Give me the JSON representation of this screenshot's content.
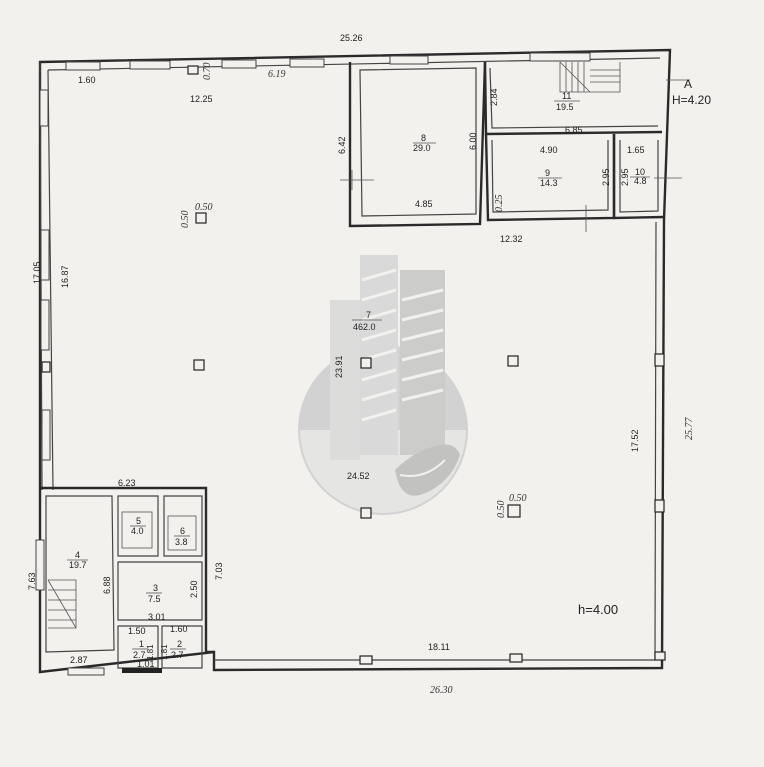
{
  "plan": {
    "header_mark": "A",
    "height_main": "H=4.20",
    "height_lower": "h=4.00",
    "outer_top": "25.26",
    "outer_bottom": "26.30",
    "outer_right": "25.77",
    "dimensions": {
      "d_1_60": "1.60",
      "d_0_70": "0.70",
      "d_6_19": "6.19",
      "d_12_25": "12.25",
      "d_6_42": "6.42",
      "d_6_00": "6.00",
      "d_4_85": "4.85",
      "d_2_84": "2.84",
      "d_6_85": "6.85",
      "d_4_90": "4.90",
      "d_1_65": "1.65",
      "d_2_95_a": "2.95",
      "d_2_95_b": "2.95",
      "d_0_25": "0.25",
      "d_12_32": "12.32",
      "d_0_50_a": "0.50",
      "d_0_50_b": "0.50",
      "d_0_50_c": "0.50",
      "d_0_50_d": "0.50",
      "d_17_05": "17.05",
      "d_16_87": "16.87",
      "d_23_91": "23.91",
      "d_17_52": "17.52",
      "d_24_52": "24.52",
      "d_6_23": "6.23",
      "d_7_63": "7.63",
      "d_6_88": "6.88",
      "d_7_03": "7.03",
      "d_2_50": "2.50",
      "d_3_01": "3.01",
      "d_1_50": "1.50",
      "d_1_60_b": "1.60",
      "d_1_81_a": "1.81",
      "d_1_81_b": "1.81",
      "d_1_01": "1.01",
      "d_2_87": "2.87",
      "d_18_11": "18.11"
    },
    "rooms": [
      {
        "num": "1",
        "area": "2.7"
      },
      {
        "num": "2",
        "area": "2.7"
      },
      {
        "num": "3",
        "area": "7.5"
      },
      {
        "num": "4",
        "area": "19.7"
      },
      {
        "num": "5",
        "area": "4.0"
      },
      {
        "num": "6",
        "area": "3.8"
      },
      {
        "num": "7",
        "area": "462.0"
      },
      {
        "num": "8",
        "area": "29.0"
      },
      {
        "num": "9",
        "area": "14.3"
      },
      {
        "num": "10",
        "area": "4.8"
      },
      {
        "num": "11",
        "area": "19.5"
      }
    ]
  },
  "colors": {
    "paper": "#f2f1ee",
    "wall": "#2a2a2a",
    "watermark": "#c9c9c9"
  }
}
